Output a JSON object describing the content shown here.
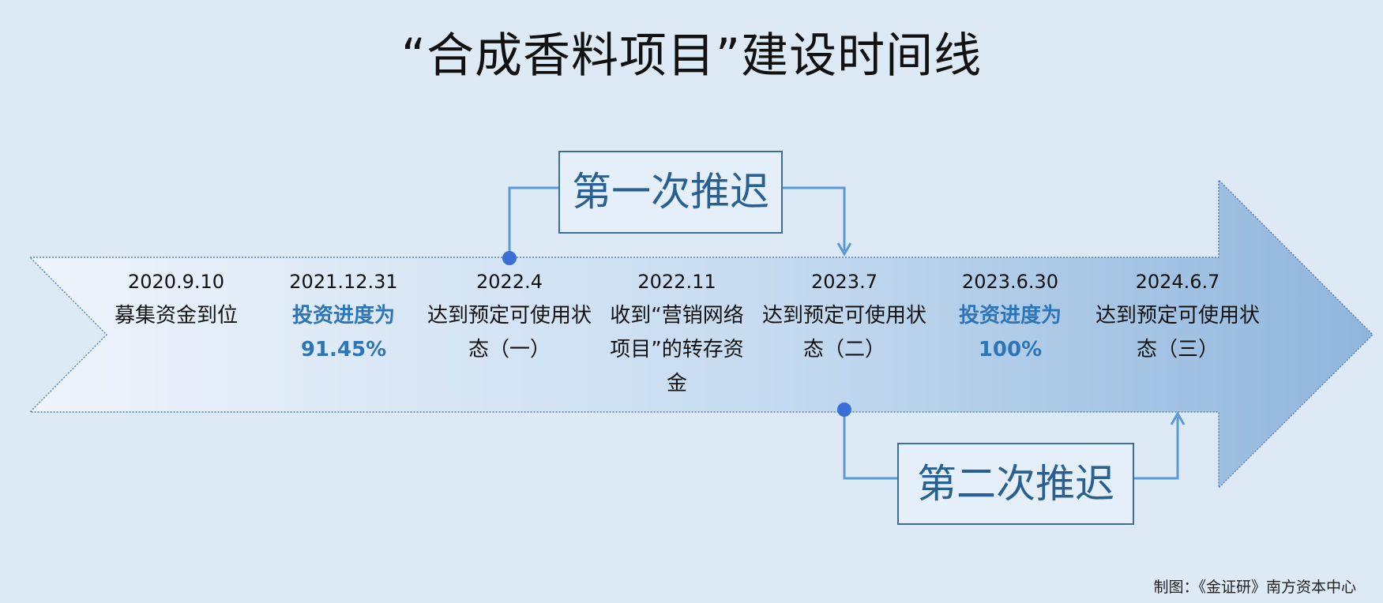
{
  "title": "“合成香料项目”建设时间线",
  "delays": {
    "first": "第一次推迟",
    "second": "第二次推迟"
  },
  "events": [
    {
      "date": "2020.9.10",
      "desc": "募集资金到位",
      "highlight": false
    },
    {
      "date": "2021.12.31",
      "desc": "投资进度为 91.45%",
      "highlight": true
    },
    {
      "date": "2022.4",
      "desc": "达到预定可使用状态（一）",
      "highlight": false
    },
    {
      "date": "2022.11",
      "desc": "收到“营销网络项目”的转存资金",
      "highlight": false
    },
    {
      "date": "2023.7",
      "desc": "达到预定可使用状态（二）",
      "highlight": false
    },
    {
      "date": "2023.6.30",
      "desc": "投资进度为 100%",
      "highlight": true
    },
    {
      "date": "2024.6.7",
      "desc": "达到预定可使用状态（三）",
      "highlight": false
    }
  ],
  "credit": "制图：《金证研》南方资本中心",
  "colors": {
    "background": "#ddeaf6",
    "arrow_light": "#eef4fb",
    "arrow_dark": "#8fb6dc",
    "connector": "#5b9bd5",
    "dot": "#3a6fd8",
    "highlight_text": "#2e75b6",
    "box_text": "#2a5f91"
  }
}
